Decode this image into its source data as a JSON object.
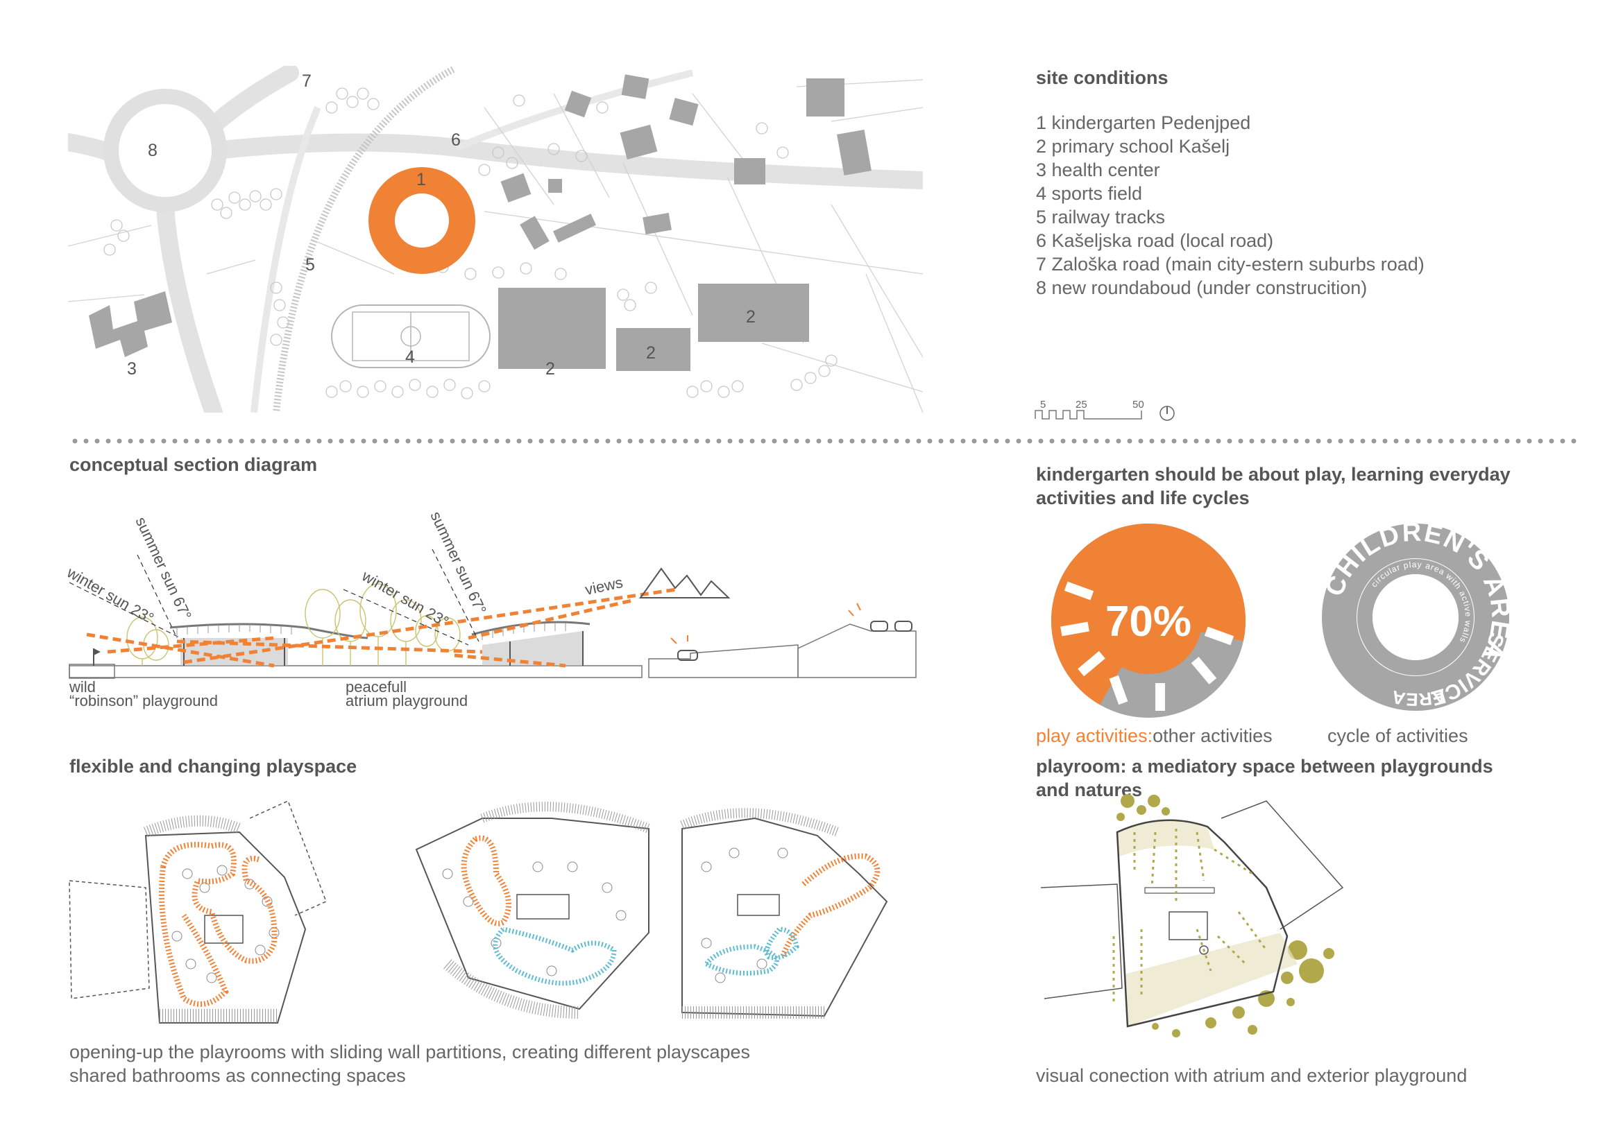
{
  "site_plan": {
    "labels": {
      "kindergarten": "1",
      "school_a": "2",
      "school_b": "2",
      "school_c": "2",
      "health": "3",
      "sports": "4",
      "railway": "5",
      "local_road": "6",
      "main_road": "7",
      "roundabout": "8"
    }
  },
  "site_conditions": {
    "title": "site conditions",
    "items": [
      "1 kindergarten Pedenjped",
      "2 primary school Kašelj",
      "3 health center",
      "4 sports field",
      "5 railway tracks",
      "6 Kašeljska road (local road)",
      "7 Zaloška road (main city-estern suburbs road)",
      "8 new roundaboud (under construcition)"
    ],
    "scale": [
      "5",
      "25",
      "50"
    ]
  },
  "section": {
    "title": "conceptual section diagram",
    "winter_sun_left": "winter sun 23°",
    "summer_sun_left": "summer sun 67°",
    "winter_sun_right": "winter sun 23°",
    "summer_sun_right": "summer sun 67°",
    "views": "views",
    "wild": "wild",
    "robinson": "“robinson” playground",
    "peacefull": "peacefull",
    "atrium": "atrium playground"
  },
  "play": {
    "title_line1": "kindergarten should be about play, learning everyday",
    "title_line2": "activities and life cycles",
    "percent": "70%",
    "caption_play": "play activities",
    "caption_sep": ":",
    "caption_other": "other activities",
    "cycle_caption": "cycle of activities",
    "ring_words": [
      "SERVICE",
      "AREA",
      "CHILDREN'S AREA"
    ],
    "ring_inner": "circular play area with active walls"
  },
  "playspace": {
    "title": "flexible and changing playspace",
    "caption_line1": "opening-up the playrooms with sliding wall partitions, creating different playscapes",
    "caption_line2": "shared bathrooms as connecting spaces"
  },
  "playroom": {
    "title_line1": "playroom: a mediatory space between playgrounds",
    "title_line2": "and natures",
    "caption": "visual conection with atrium and exterior playground"
  },
  "colors": {
    "orange": "#f08236",
    "grey": "#a6a6a6",
    "dark_grey": "#8c8c8c",
    "olive": "#b0a84a",
    "cyan": "#5bbcd0"
  }
}
